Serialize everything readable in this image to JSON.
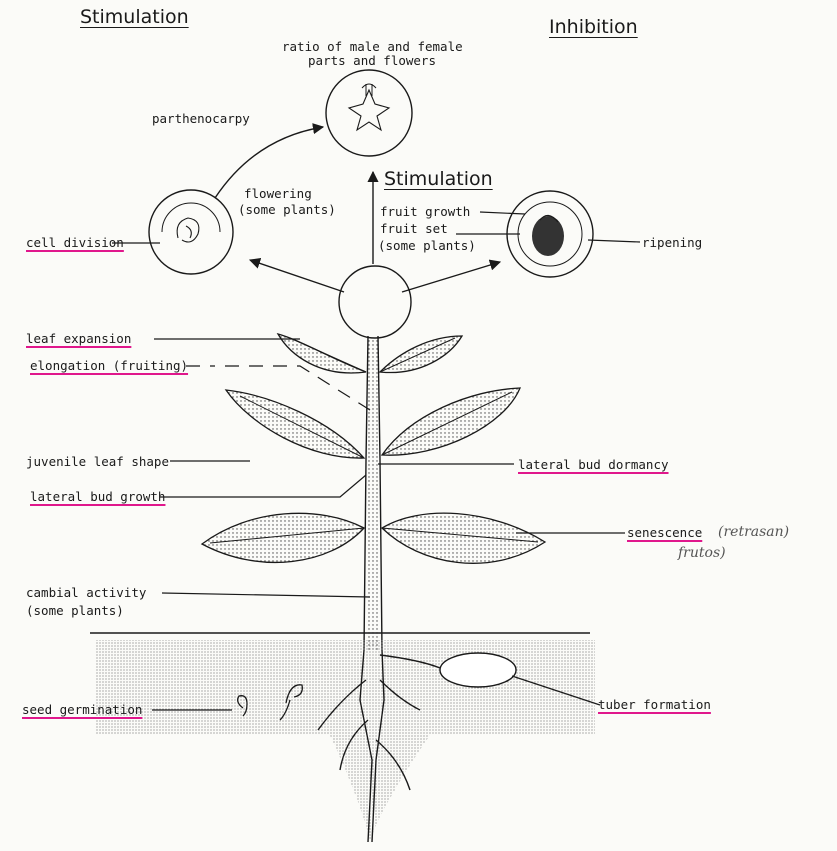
{
  "headings": {
    "stimulation_left": "Stimulation",
    "inhibition": "Inhibition",
    "stimulation_center": "Stimulation"
  },
  "top_label": {
    "line1": "ratio of male and female",
    "line2": "parts and flowers"
  },
  "labels": {
    "parthenocarpy": "parthenocarpy",
    "flowering_1": "flowering",
    "flowering_2": "(some plants)",
    "cell_division": "cell division",
    "fruit_growth": "fruit growth",
    "fruit_set": "fruit set",
    "some_plants": "(some plants)",
    "ripening": "ripening",
    "leaf_expansion": "leaf expansion",
    "elongation": "elongation (fruiting)",
    "juvenile_leaf_shape": "juvenile leaf shape",
    "lateral_bud_dormancy": "lateral bud dormancy",
    "lateral_bud_growth": "lateral bud growth",
    "senescence": "senescence",
    "cambial_activity_1": "cambial activity",
    "cambial_activity_2": "(some plants)",
    "seed_germination": "seed germination",
    "tuber_formation": "tuber formation"
  },
  "handwritten": {
    "line1": "(retrasan)",
    "line2": "frutos)"
  },
  "colors": {
    "ink": "#1a1a1a",
    "highlight": "#e0178c",
    "paper": "#fbfbf8"
  }
}
